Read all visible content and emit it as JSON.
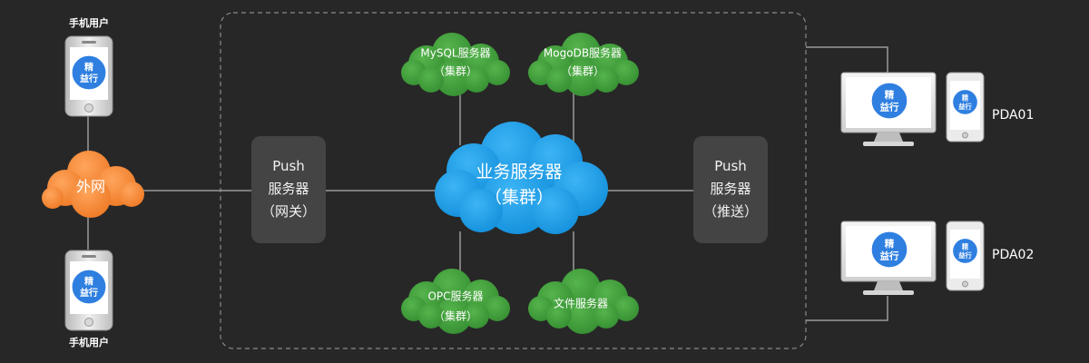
{
  "mobile_users": {
    "top_label": "手机用户",
    "bottom_label": "手机用户"
  },
  "internet": {
    "label": "外网"
  },
  "gateway": {
    "line1": "Push",
    "line2": "服务器",
    "line3": "（网关）"
  },
  "push_server": {
    "line1": "Push",
    "line2": "服务器",
    "line3": "（推送）"
  },
  "business": {
    "line1": "业务服务器",
    "line2": "（集群）"
  },
  "mysql": {
    "line1": "MySQL服务器",
    "line2": "（集群）"
  },
  "mongodb": {
    "line1": "MogoDB服务器",
    "line2": "（集群）"
  },
  "opc": {
    "line1": "OPC服务器",
    "line2": "（集群）"
  },
  "file": {
    "line1": "文件服务器"
  },
  "pda1": {
    "label": "PDA01"
  },
  "pda2": {
    "label": "PDA02"
  },
  "logo": {
    "line1": "精",
    "line2": "益行"
  },
  "colors": {
    "background": "#272727",
    "orange_cloud": "#f58a3c",
    "blue_cloud": "#1e9de6",
    "green_cloud": "#3f9e3a",
    "server_box": "#444444",
    "logo_blue": "#2f7fe0",
    "line": "#9a9a9a"
  }
}
